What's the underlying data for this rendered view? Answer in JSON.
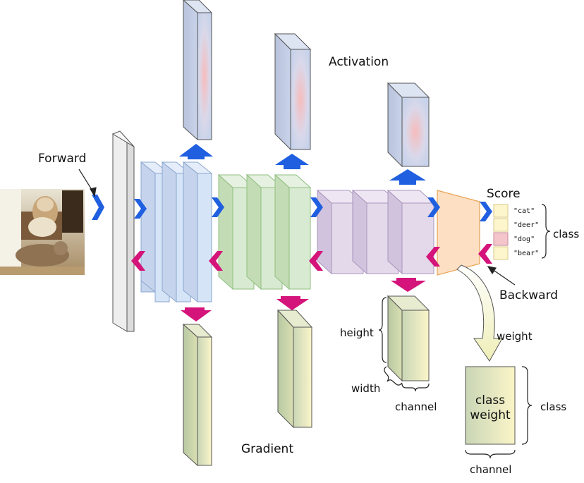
{
  "labels": {
    "forward": "Forward",
    "activation": "Activation",
    "gradient": "Gradient",
    "score": "Score",
    "backward": "Backward",
    "class_right": "class",
    "weight": "weight",
    "height": "height",
    "width": "width",
    "channel_small": "channel",
    "class_weight_line1": "class",
    "class_weight_line2": "weight",
    "class_bottom_right": "class",
    "channel_bottom": "channel"
  },
  "score_entries": [
    "\"cat\"",
    "\"deer\"",
    "\"dog\"",
    "\"bear\""
  ],
  "highlighted_score": "\"dog\"",
  "input_image": {
    "icon": "photo-dog-and-cat-icon"
  },
  "colors": {
    "forward_arrow": "#1f5fe0",
    "backward_arrow": "#d4147a",
    "block1_fill": "#d6e4f7",
    "block1_stroke": "#8aa6cf",
    "block2_fill": "#d8ead2",
    "block2_stroke": "#8fbf7f",
    "block3_fill": "#e3d9ea",
    "block3_stroke": "#a995bd",
    "classifier_fill": "#fde0c4",
    "classifier_stroke": "#e8a252",
    "score_cell_fill": "#fdf5cc",
    "score_highlight_fill": "#f4c6cc",
    "activation_fill": "#c9d4ea",
    "activation_heat": "#f6b8b8",
    "gradient_fill_left": "#c7d7b4",
    "gradient_fill_right": "#fbf4c4",
    "curved_arrow_fill": "#f1f0c6"
  }
}
